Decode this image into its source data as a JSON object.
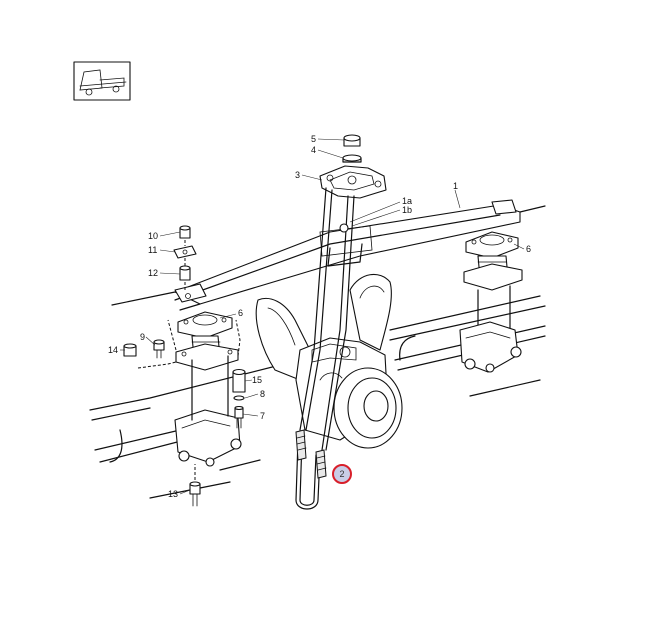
{
  "diagram": {
    "callouts": [
      {
        "id": "c5",
        "text": "5"
      },
      {
        "id": "c4",
        "text": "4"
      },
      {
        "id": "c3",
        "text": "3"
      },
      {
        "id": "c1a",
        "text": "1a"
      },
      {
        "id": "c1b",
        "text": "1b"
      },
      {
        "id": "c1",
        "text": "1"
      },
      {
        "id": "c10",
        "text": "10"
      },
      {
        "id": "c11",
        "text": "11"
      },
      {
        "id": "c12",
        "text": "12"
      },
      {
        "id": "c6a",
        "text": "6"
      },
      {
        "id": "c6b",
        "text": "6"
      },
      {
        "id": "c9",
        "text": "9"
      },
      {
        "id": "c14",
        "text": "14"
      },
      {
        "id": "c15",
        "text": "15"
      },
      {
        "id": "c8",
        "text": "8"
      },
      {
        "id": "c7",
        "text": "7"
      },
      {
        "id": "c13",
        "text": "13"
      }
    ],
    "hotspot": {
      "text": "2",
      "selected": true
    },
    "colors": {
      "line": "#111111",
      "hotspot_border": "#d81f2a",
      "hotspot_fill": "#c9cde6"
    },
    "icons": {
      "vehicle_thumbnail": "truck-chassis-icon"
    }
  }
}
